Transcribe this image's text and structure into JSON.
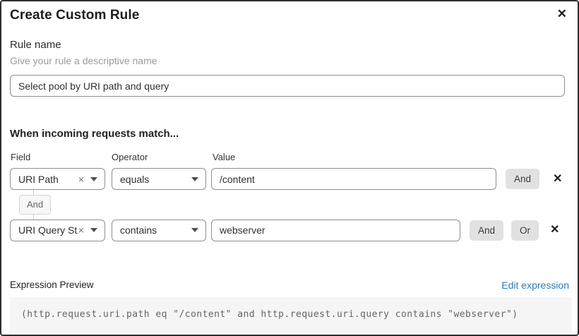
{
  "dialog": {
    "title": "Create Custom Rule",
    "close_icon": "close-x"
  },
  "rule_name": {
    "label": "Rule name",
    "help_text": "Give your rule a descriptive name",
    "value": "Select pool by URI path and query"
  },
  "matcher": {
    "heading": "When incoming requests match...",
    "columns": {
      "field": "Field",
      "operator": "Operator",
      "value": "Value"
    },
    "rows": [
      {
        "field": "URI Path",
        "operator": "equals",
        "value": "/content",
        "buttons": {
          "and": "And"
        }
      },
      {
        "field": "URI Query St...",
        "operator": "contains",
        "value": "webserver",
        "buttons": {
          "and": "And",
          "or": "Or"
        }
      }
    ],
    "connector_label": "And"
  },
  "expression": {
    "preview_label": "Expression Preview",
    "edit_link": "Edit expression",
    "code": "(http.request.uri.path eq \"/content\" and http.request.uri.query contains \"webserver\")"
  },
  "colors": {
    "link_blue": "#2c7bb8",
    "button_gray": "#e1e1e1",
    "code_bg": "#f5f5f5",
    "border_dark": "#2e2e2e"
  },
  "icons": {
    "close": "✕",
    "clear": "×",
    "delete_row": "✕"
  }
}
